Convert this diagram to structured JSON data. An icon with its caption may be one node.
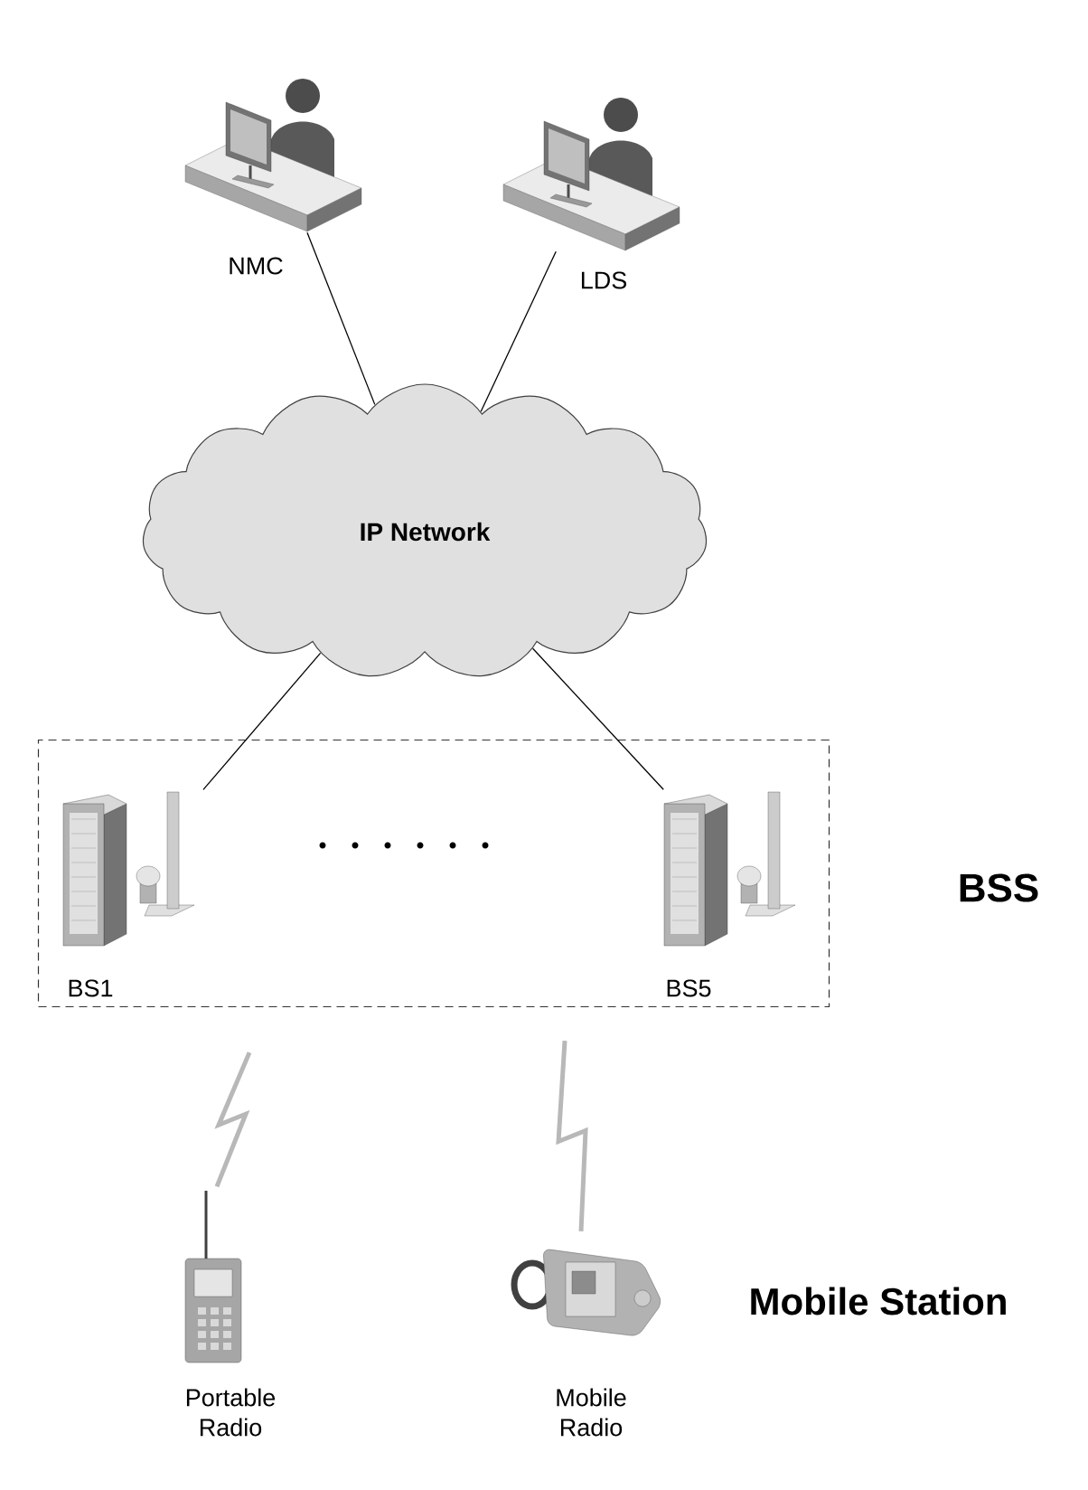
{
  "diagram": {
    "nodes": [
      {
        "text": [
          "NMC"
        ]
      },
      {
        "text": [
          "LDS"
        ]
      },
      {
        "text": [
          "IP Network"
        ]
      },
      {
        "text": [
          "BSS"
        ]
      },
      {
        "text": [
          "BS1"
        ],
        "in": 3
      },
      {
        "text": [
          "BS5"
        ],
        "in": 3
      },
      {
        "text": [
          "Portable Radio"
        ]
      },
      {
        "text": [
          "Mobile Radio"
        ]
      }
    ],
    "edges": [
      {
        "from": 0,
        "to": 2,
        "arrow": "none"
      },
      {
        "from": 1,
        "to": 2,
        "arrow": "none"
      },
      {
        "from": 2,
        "to": 4,
        "arrow": "none"
      },
      {
        "from": 2,
        "to": 5,
        "arrow": "none"
      },
      {
        "from": 3,
        "to": 6,
        "arrow": "none",
        "style": "thick",
        "color": "#b8b8b8"
      },
      {
        "from": 3,
        "to": 7,
        "arrow": "none",
        "style": "thick",
        "color": "#b8b8b8"
      }
    ],
    "labels": [
      "Mobile Station"
    ]
  }
}
